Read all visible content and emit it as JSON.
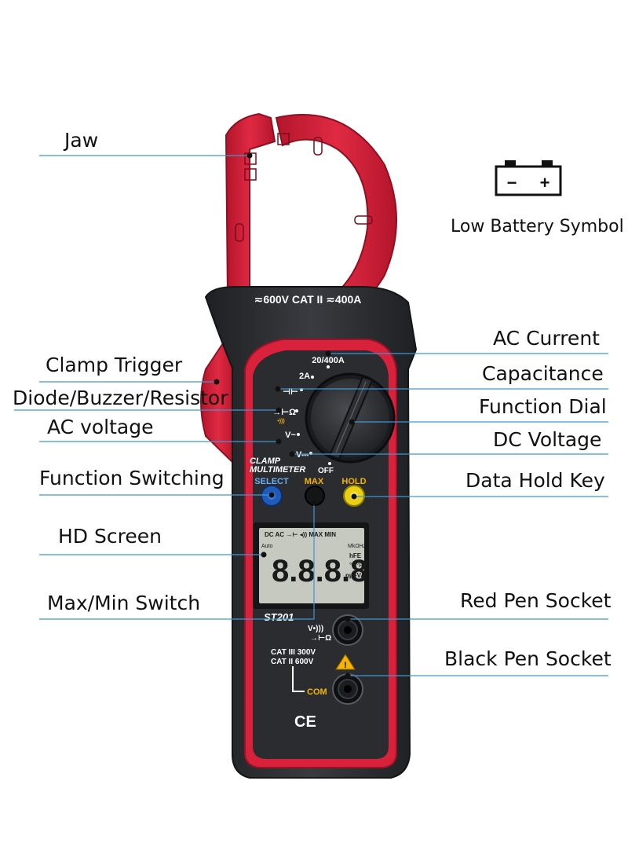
{
  "callouts": {
    "jaw": "Jaw",
    "clamp_trigger": "Clamp Trigger",
    "diode_buzzer_resistor": "Diode/Buzzer/Resistor",
    "ac_voltage": "AC voltage",
    "function_switching": "Function Switching",
    "hd_screen": "HD Screen",
    "max_min_switch": "Max/Min Switch",
    "low_battery_symbol": "Low Battery Symbol",
    "ac_current": "AC Current",
    "capacitance": "Capacitance",
    "function_dial": "Function Dial",
    "dc_voltage": "DC Voltage",
    "data_hold_key": "Data Hold Key",
    "red_pen_socket": "Red Pen Socket",
    "black_pen_socket": "Black Pen Socket"
  },
  "battery_icon": {
    "minus": "−",
    "plus": "+"
  },
  "device": {
    "rating": "≂600V CAT II ≂400A",
    "dial": {
      "a400": "20/400A",
      "a2": "2A",
      "cap": "⊣⊢",
      "diode": "→⊢Ω",
      "buzzer": "•)))",
      "vac": "V~",
      "vdc": "V⎓",
      "off": "OFF"
    },
    "brand_line1": "CLAMP",
    "brand_line2": "MULTIMETER",
    "buttons": {
      "select": "SELECT",
      "max": "MAX",
      "hold": "HOLD"
    },
    "lcd": {
      "top": "DC AC  →⊢  ◂)) MAX MIN",
      "auto": "Auto",
      "digits": "8.8.8.8",
      "units1": "MkΩHz",
      "units2": "hFE",
      "units3": "°C°F",
      "units4": "nμFVA"
    },
    "model": "ST201",
    "socket_v": "V•)))",
    "socket_diode": "→⊢Ω",
    "cat1": "CAT III 300V",
    "cat2": "CAT II 600V",
    "com": "COM",
    "ce": "CE"
  },
  "colors": {
    "red": "#d8213a",
    "dark": "#2c2d31",
    "line": "#3d96d4",
    "select": "#1f5bb8",
    "hold": "#e9d012",
    "lcd": "#c6c9c0",
    "accent": "#f4b400"
  }
}
